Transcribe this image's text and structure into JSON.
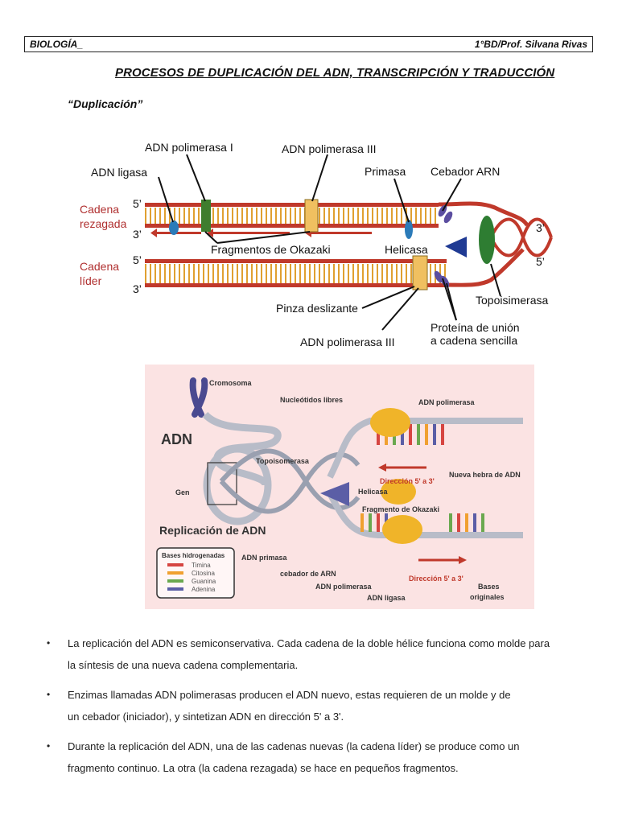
{
  "header": {
    "left": "BIOLOGÍA_",
    "right": "1°BD/Prof. Silvana Rivas"
  },
  "title": "PROCESOS DE DUPLICACIÓN DEL ADN, TRANSCRIPCIÓN Y TRADUCCIÓN",
  "subtitle": "“Duplicación”",
  "figure1": {
    "labels": {
      "adn_polimerasa_1": "ADN polimerasa I",
      "adn_polimerasa_3_top": "ADN polimerasa III",
      "adn_ligasa": "ADN ligasa",
      "primasa": "Primasa",
      "cebador_arn": "Cebador ARN",
      "cadena_rezagada_1": "Cadena",
      "cadena_rezagada_2": "rezagada",
      "cadena_lider_1": "Cadena",
      "cadena_lider_2": "líder",
      "five_prime": "5’",
      "three_prime": "3’",
      "fragmentos_okazaki": "Fragmentos de Okazaki",
      "helicasa": "Helicasa",
      "pinza_deslizante": "Pinza deslizante",
      "adn_polimerasa_3_bottom": "ADN polimerasa III",
      "topoisomerasa": "Topoisimerasa",
      "proteina_union_1": "Proteína de unión",
      "proteina_union_2": "a cadena sencilla"
    },
    "colors": {
      "strand": "#c0392b",
      "rung": "#e8b04a",
      "polymerase": "#f0c060",
      "topo": "#2e7d32",
      "helicase": "#1f3a93"
    }
  },
  "figure2": {
    "labels": {
      "cromosoma": "Cromosoma",
      "adn": "ADN",
      "nucleotidos_libres": "Nucleótidos libres",
      "adn_polimerasa_top": "ADN polimerasa",
      "topoisomerasa": "Topoisomerasa",
      "nueva_hebra": "Nueva hebra de ADN",
      "direccion_top": "Dirección 5' a 3'",
      "gen": "Gen",
      "helicasa": "Helicasa",
      "fragmento_okazaki": "Fragmento de Okazaki",
      "replicacion": "Replicación de ADN",
      "adn_primasa": "ADN primasa",
      "cebador": "cebador de ARN",
      "adn_polimerasa_bottom": "ADN polimerasa",
      "adn_ligasa": "ADN ligasa",
      "direccion_bottom": "Dirección 5' a 3'",
      "bases_1": "Bases",
      "bases_2": "originales"
    },
    "legend": {
      "title": "Bases hidrogenadas",
      "items": [
        {
          "name": "Timina",
          "color": "#d64541"
        },
        {
          "name": "Citosina",
          "color": "#f0a030"
        },
        {
          "name": "Guanina",
          "color": "#6aa84f"
        },
        {
          "name": "Adenina",
          "color": "#5b5ea6"
        }
      ]
    },
    "background": "#fbe3e3"
  },
  "bullets": [
    {
      "line1": "La replicación del ADN es semiconservativa. Cada cadena de la doble hélice funciona como molde para",
      "line2": "la síntesis de una nueva cadena complementaria."
    },
    {
      "line1": "Enzimas llamadas ADN polimerasas producen el ADN nuevo, estas requieren de un molde y de",
      "line2": "un cebador (iniciador), y sintetizan ADN en dirección 5' a 3'."
    },
    {
      "line1": "Durante la replicación del ADN, una de las cadenas nuevas (la cadena líder) se produce como un",
      "line2": "fragmento continuo. La otra (la cadena rezagada) se hace en pequeños fragmentos."
    }
  ],
  "bullet_symbol": "•"
}
